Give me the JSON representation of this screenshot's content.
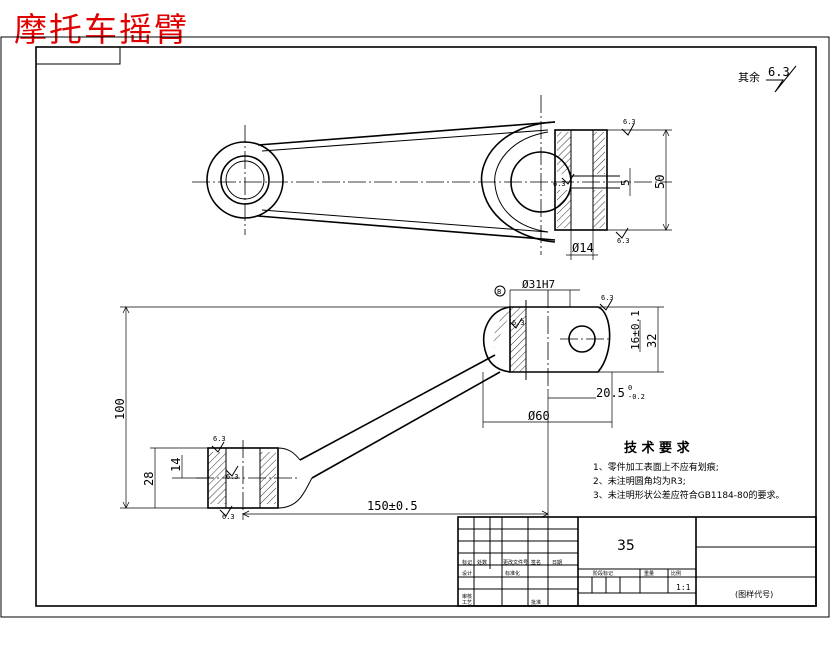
{
  "title": "摩托车摇臂",
  "roughness_note": {
    "label": "其余",
    "value": "6.3"
  },
  "roughness_marks": [
    "6.3",
    "6.3",
    "6.3",
    "6.3",
    "6.3",
    "6.3",
    "6.3",
    "6.3"
  ],
  "top_view": {
    "dim_height": "50",
    "dim_slot": "5",
    "dim_diameter": "Ø14"
  },
  "front_view": {
    "dim_bore": "Ø31H7",
    "dim_tol": "16±0.1",
    "dim_32": "32",
    "dim_20": "20.5",
    "dim_20_upper": "0",
    "dim_20_lower": "-0.2",
    "dim_60": "Ø60",
    "dim_100": "100",
    "dim_28": "28",
    "dim_14": "14",
    "dim_150": "150±0.5",
    "datum": "B"
  },
  "tech_req": {
    "heading": "技 术 要 求",
    "items": [
      "1、零件加工表面上不应有划痕;",
      "2、未注明圆角均为R3;",
      "3、未注明形状公差应符合GB1184-80的要求。"
    ]
  },
  "title_block": {
    "material": "35",
    "scale": "1:1",
    "drawing_no": "(图样代号)",
    "cells": [
      "标记",
      "处数",
      "更改文件号",
      "签名",
      "日期",
      "设计",
      "标准化",
      "审核",
      "工艺",
      "批准",
      "阶段标记",
      "重量",
      "比例"
    ]
  }
}
